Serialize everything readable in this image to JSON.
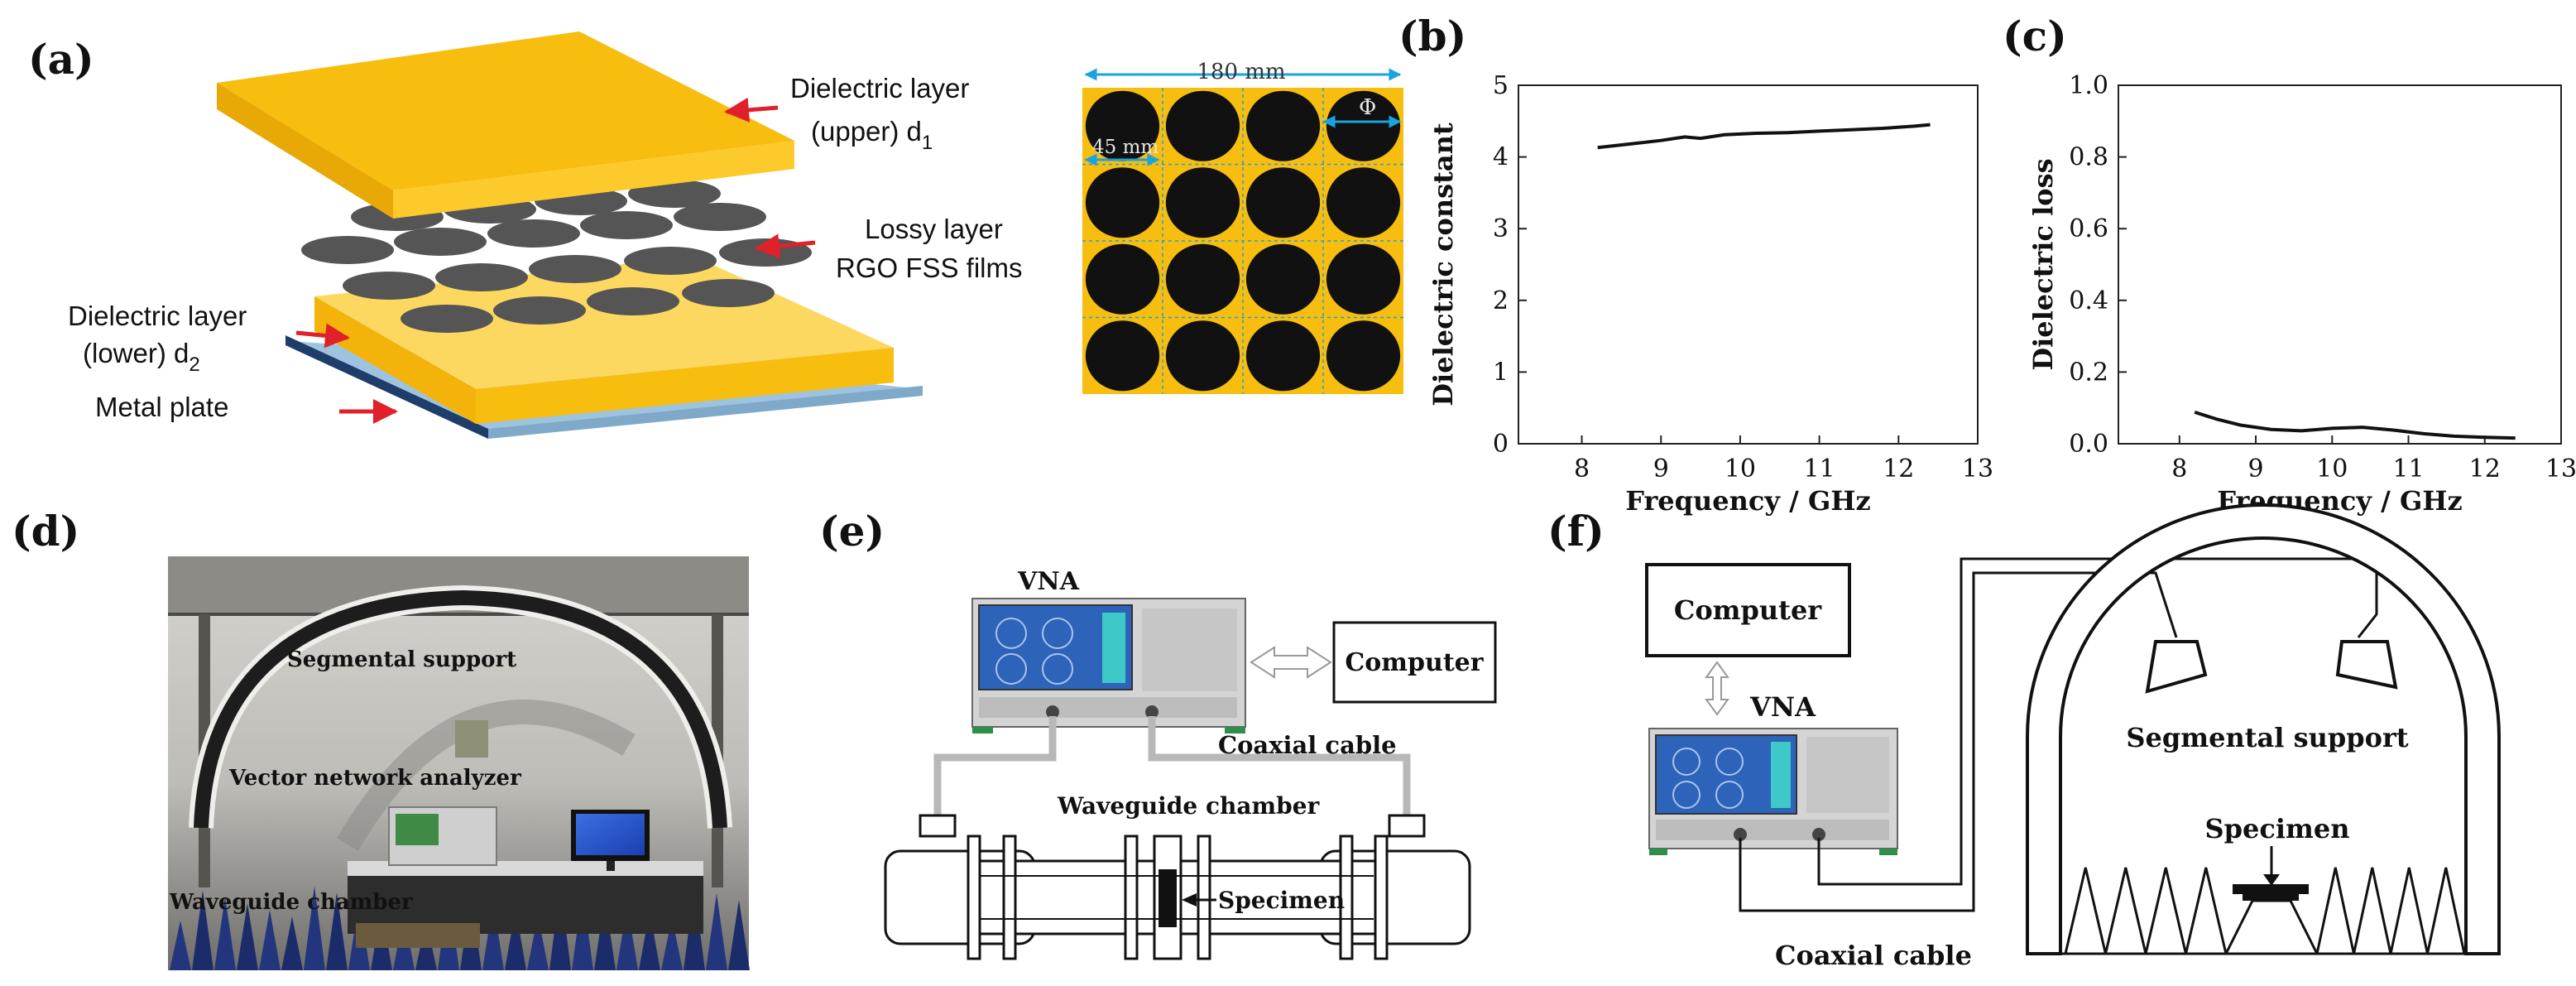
{
  "panels": {
    "a": {
      "label": "(a)",
      "annotations": {
        "upper_line1": "Dielectric  layer",
        "upper_line2": "(upper)  d",
        "upper_sub": "1",
        "lossy_line1": "Lossy layer",
        "lossy_line2": "RGO FSS films",
        "lower_line1": "Dielectric layer",
        "lower_line2": "(lower) d",
        "lower_sub": "2",
        "metal": "Metal plate"
      },
      "fss": {
        "width_label": "180 mm",
        "cell_label": "45 mm",
        "diameter_label": "Φ",
        "rows": 4,
        "cols": 4
      },
      "colors": {
        "dielectric": "#f7bd0f",
        "dielectric_light": "#fcd860",
        "disc": "#555555",
        "metal": "#9ec3de",
        "metal_edge": "#1f3d6b",
        "arrow": "#e0212a",
        "dim": "#1aa3e0"
      }
    },
    "b": {
      "label": "(b)",
      "chart_data": {
        "type": "line",
        "xlabel": "Frequency / GHz",
        "ylabel": "Dielectric constant",
        "xlim": [
          7.2,
          13
        ],
        "ylim": [
          0,
          5
        ],
        "xticks": [
          8,
          9,
          10,
          11,
          12,
          13
        ],
        "xtick_labels": [
          "8",
          "9",
          "10",
          "11",
          "12",
          "13"
        ],
        "yticks": [
          0,
          1,
          2,
          3,
          4,
          5
        ],
        "ytick_labels": [
          "0",
          "1",
          "2",
          "3",
          "4",
          "5"
        ],
        "series": [
          {
            "x": [
              8.2,
              8.6,
              9.0,
              9.3,
              9.5,
              9.8,
              10.2,
              10.6,
              11.0,
              11.4,
              11.8,
              12.2,
              12.4
            ],
            "y": [
              4.13,
              4.18,
              4.23,
              4.28,
              4.26,
              4.31,
              4.33,
              4.34,
              4.36,
              4.38,
              4.4,
              4.43,
              4.45
            ]
          }
        ]
      }
    },
    "c": {
      "label": "(c)",
      "chart_data": {
        "type": "line",
        "xlabel": "Frequency / GHz",
        "ylabel": "Dielectric loss",
        "xlim": [
          7.2,
          13
        ],
        "ylim": [
          0,
          1.0
        ],
        "xticks": [
          8,
          9,
          10,
          11,
          12,
          13
        ],
        "xtick_labels": [
          "8",
          "9",
          "10",
          "11",
          "12",
          "13"
        ],
        "yticks": [
          0,
          0.2,
          0.4,
          0.6,
          0.8,
          1.0
        ],
        "ytick_labels": [
          "0.0",
          "0.2",
          "0.4",
          "0.6",
          "0.8",
          "1.0"
        ],
        "series": [
          {
            "x": [
              8.2,
              8.5,
              8.8,
              9.2,
              9.6,
              10.0,
              10.4,
              10.8,
              11.2,
              11.6,
              12.0,
              12.4
            ],
            "y": [
              0.088,
              0.068,
              0.052,
              0.04,
              0.036,
              0.043,
              0.046,
              0.038,
              0.028,
              0.021,
              0.018,
              0.016
            ]
          }
        ]
      }
    },
    "d": {
      "label": "(d)",
      "labels": {
        "support": "Segmental support",
        "vna": "Vector network analyzer",
        "waveguide": "Waveguide chamber"
      }
    },
    "e": {
      "label": "(e)",
      "labels": {
        "vna": "VNA",
        "computer": "Computer",
        "coax": "Coaxial cable",
        "waveguide": "Waveguide chamber",
        "specimen": "Specimen"
      }
    },
    "f": {
      "label": "(f)",
      "labels": {
        "computer": "Computer",
        "vna": "VNA",
        "support": "Segmental support",
        "specimen": "Specimen",
        "coax": "Coaxial cable"
      }
    }
  }
}
